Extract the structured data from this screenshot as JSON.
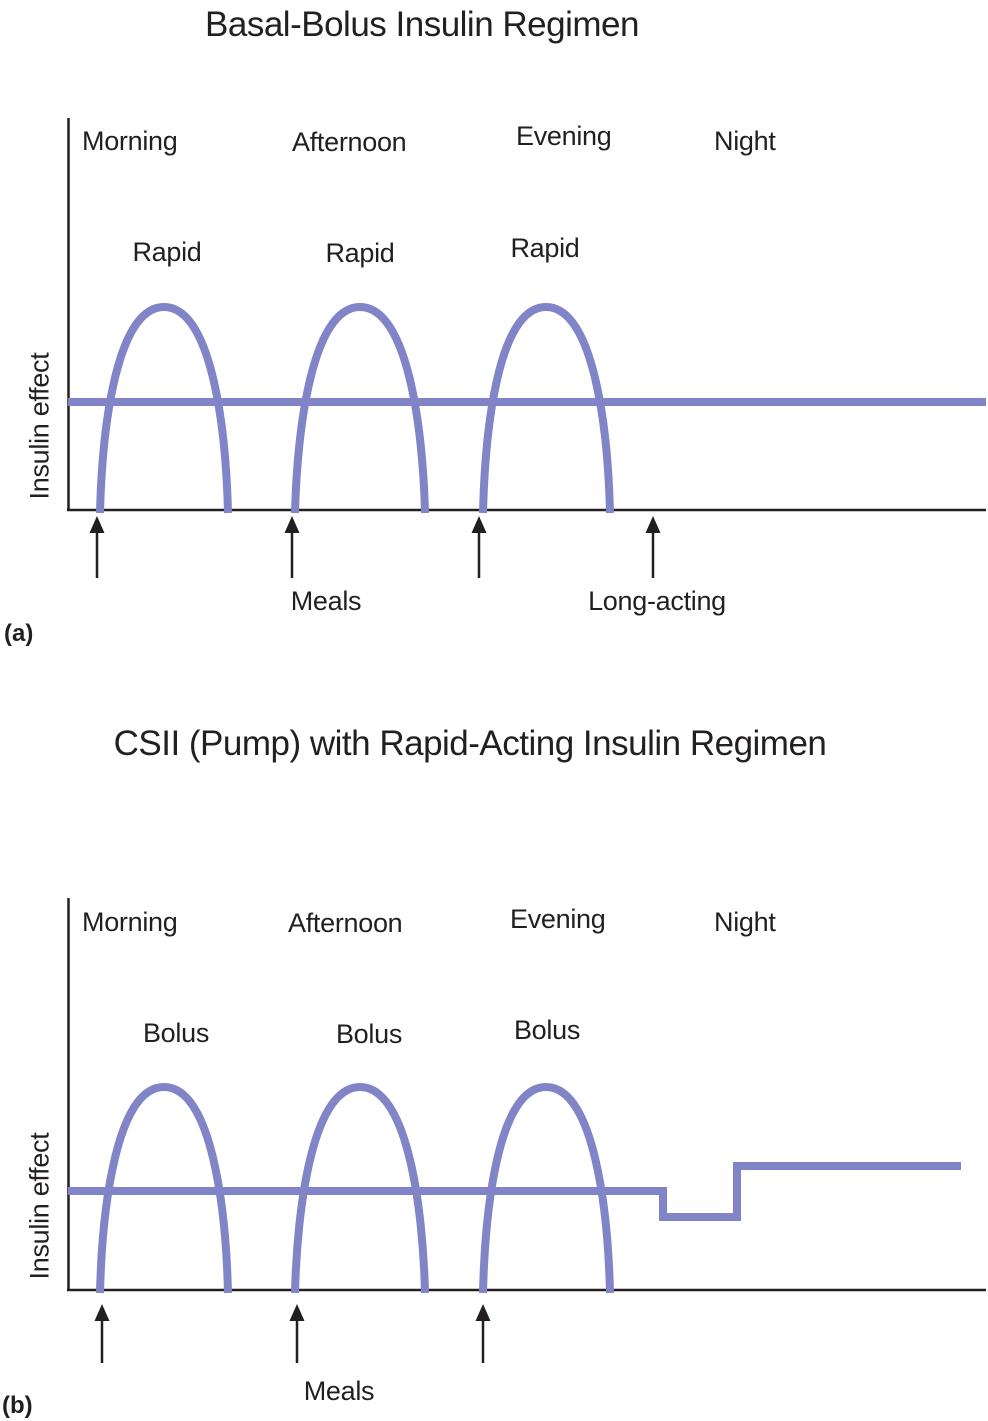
{
  "figure": {
    "description": "Two-panel medical diagram comparing insulin regimens over one day"
  },
  "colors": {
    "curve_purple": "#8184c7",
    "ink": "#231f20"
  },
  "panel_a": {
    "tag": "(a)",
    "title": "Basal-Bolus Insulin Regimen",
    "y_axis_label": "Insulin effect",
    "time_labels": [
      "Morning",
      "Afternoon",
      "Evening",
      "Night"
    ],
    "curve_labels": [
      "Rapid",
      "Rapid",
      "Rapid"
    ],
    "annotations": {
      "meals": "Meals",
      "long_acting": "Long-acting"
    }
  },
  "panel_b": {
    "tag": "(b)",
    "title": "CSII (Pump) with Rapid-Acting Insulin Regimen",
    "y_axis_label": "Insulin effect",
    "time_labels": [
      "Morning",
      "Afternoon",
      "Evening",
      "Night"
    ],
    "curve_labels": [
      "Bolus",
      "Bolus",
      "Bolus"
    ],
    "annotations": {
      "meals": "Meals"
    }
  },
  "chart_data": [
    {
      "type": "line",
      "title": "Basal-Bolus Insulin Regimen",
      "ylabel": "Insulin effect",
      "x_categories": [
        "Morning",
        "Afternoon",
        "Evening",
        "Night"
      ],
      "series": [
        {
          "name": "Rapid-acting insulin peaks",
          "label": "Rapid",
          "peaks_at": [
            "Morning",
            "Afternoon",
            "Evening"
          ],
          "relative_peak_height": 1.0,
          "shape": "three narrow arches rising from baseline"
        },
        {
          "name": "Long-acting basal insulin",
          "label": "Long-acting",
          "shape": "flat horizontal line across entire day",
          "relative_level": 0.53
        }
      ],
      "annotations": [
        "Meals arrows at Morning, Afternoon and Evening",
        "Long-acting injection arrow at Night"
      ],
      "legend_position": "none",
      "grid": false
    },
    {
      "type": "line",
      "title": "CSII (Pump) with Rapid-Acting Insulin Regimen",
      "ylabel": "Insulin effect",
      "x_categories": [
        "Morning",
        "Afternoon",
        "Evening",
        "Night"
      ],
      "series": [
        {
          "name": "Rapid-acting bolus peaks",
          "label": "Bolus",
          "peaks_at": [
            "Morning",
            "Afternoon",
            "Evening"
          ],
          "relative_peak_height": 1.0,
          "shape": "three narrow arches rising from baseline"
        },
        {
          "name": "Pump basal rate",
          "shape": "stepped line: flat, steps down after Evening, then steps up higher for Night",
          "relative_levels": [
            0.49,
            0.36,
            0.61
          ]
        }
      ],
      "annotations": [
        "Meals arrows at Morning, Afternoon and Evening"
      ],
      "legend_position": "none",
      "grid": false
    }
  ]
}
